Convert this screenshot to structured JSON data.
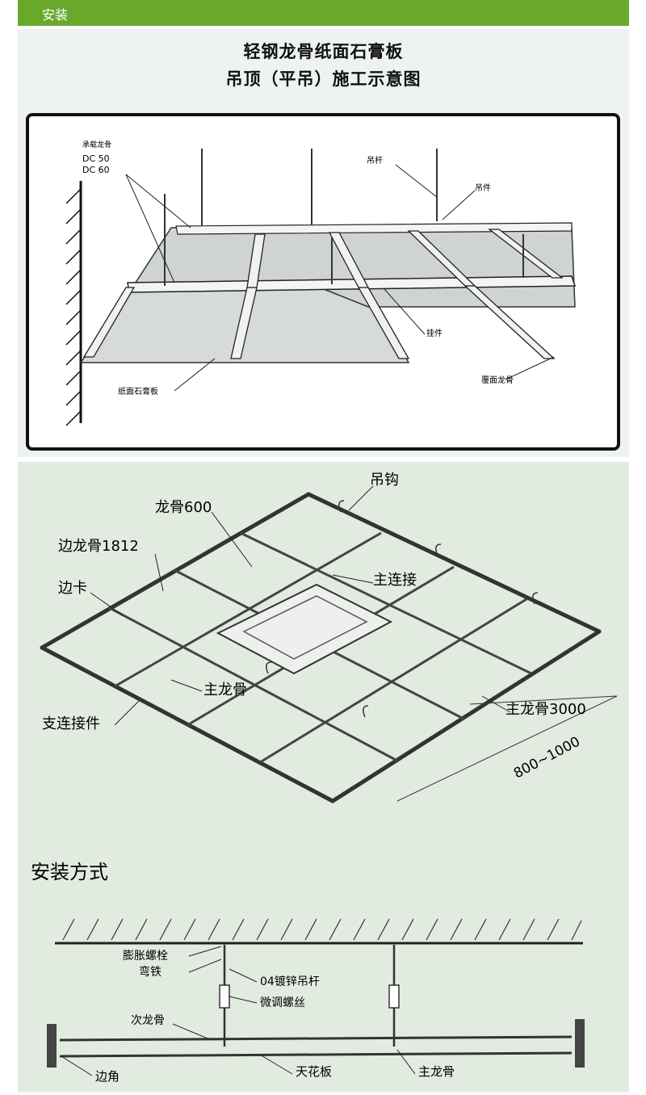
{
  "header": {
    "title": "安装"
  },
  "diagram1": {
    "title_line1": "轻钢龙骨纸面石膏板",
    "title_line2": "吊顶（平吊）施工示意图",
    "labels": {
      "bearing": "承载龙骨",
      "dc50": "DC 50",
      "dc60": "DC 60",
      "rod": "吊杆",
      "hanger": "吊件",
      "clip": "挂件",
      "cover_keel": "覆面龙骨",
      "board": "纸面石膏板"
    }
  },
  "diagram2": {
    "labels": {
      "hook": "吊钩",
      "keel600": "龙骨600",
      "edge_keel": "边龙骨1812",
      "main_joint": "主连接",
      "edge_clip": "边卡",
      "main_keel": "主龙骨",
      "branch_joint": "支连接件",
      "main_keel3000": "主龙骨3000",
      "dimension": "800~1000"
    }
  },
  "diagram3": {
    "title": "安装方式",
    "labels": {
      "bolt": "膨胀螺栓",
      "bracket": "弯铁",
      "rod04": "04镀锌吊杆",
      "adjust": "微调螺丝",
      "secondary": "次龙骨",
      "corner": "边角",
      "ceiling": "天花板",
      "main_keel": "主龙骨"
    }
  }
}
